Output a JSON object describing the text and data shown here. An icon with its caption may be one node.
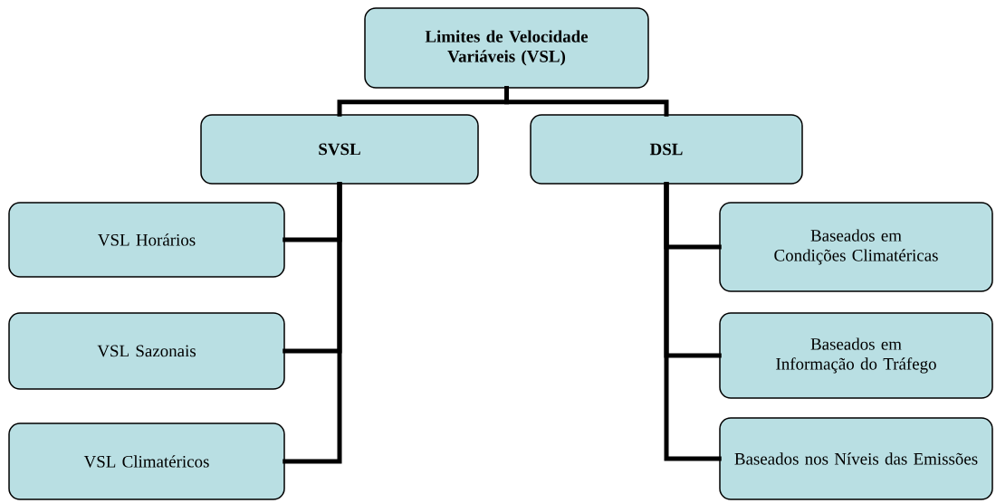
{
  "diagram": {
    "nodes": [
      {
        "text": [
          "Limites de Velocidade Variáveis (VSL)"
        ]
      },
      {
        "text": [
          "SVSL"
        ]
      },
      {
        "text": [
          "DSL"
        ]
      },
      {
        "text": [
          "VSL Horários"
        ]
      },
      {
        "text": [
          "VSL Sazonais"
        ]
      },
      {
        "text": [
          "VSL Climatéricos"
        ]
      },
      {
        "text": [
          "Baseados em Condições Climatéricas"
        ]
      },
      {
        "text": [
          "Baseados em Informação do Tráfego"
        ]
      },
      {
        "text": [
          "Baseados nos Níveis das Emissões"
        ]
      }
    ],
    "edges": [
      {
        "from": 0,
        "to": 1,
        "arrow": "none"
      },
      {
        "from": 0,
        "to": 2,
        "arrow": "none"
      },
      {
        "from": 1,
        "to": 3,
        "arrow": "none"
      },
      {
        "from": 1,
        "to": 4,
        "arrow": "none"
      },
      {
        "from": 1,
        "to": 5,
        "arrow": "none"
      },
      {
        "from": 2,
        "to": 6,
        "arrow": "none"
      },
      {
        "from": 2,
        "to": 7,
        "arrow": "none"
      },
      {
        "from": 2,
        "to": 8,
        "arrow": "none"
      }
    ]
  }
}
